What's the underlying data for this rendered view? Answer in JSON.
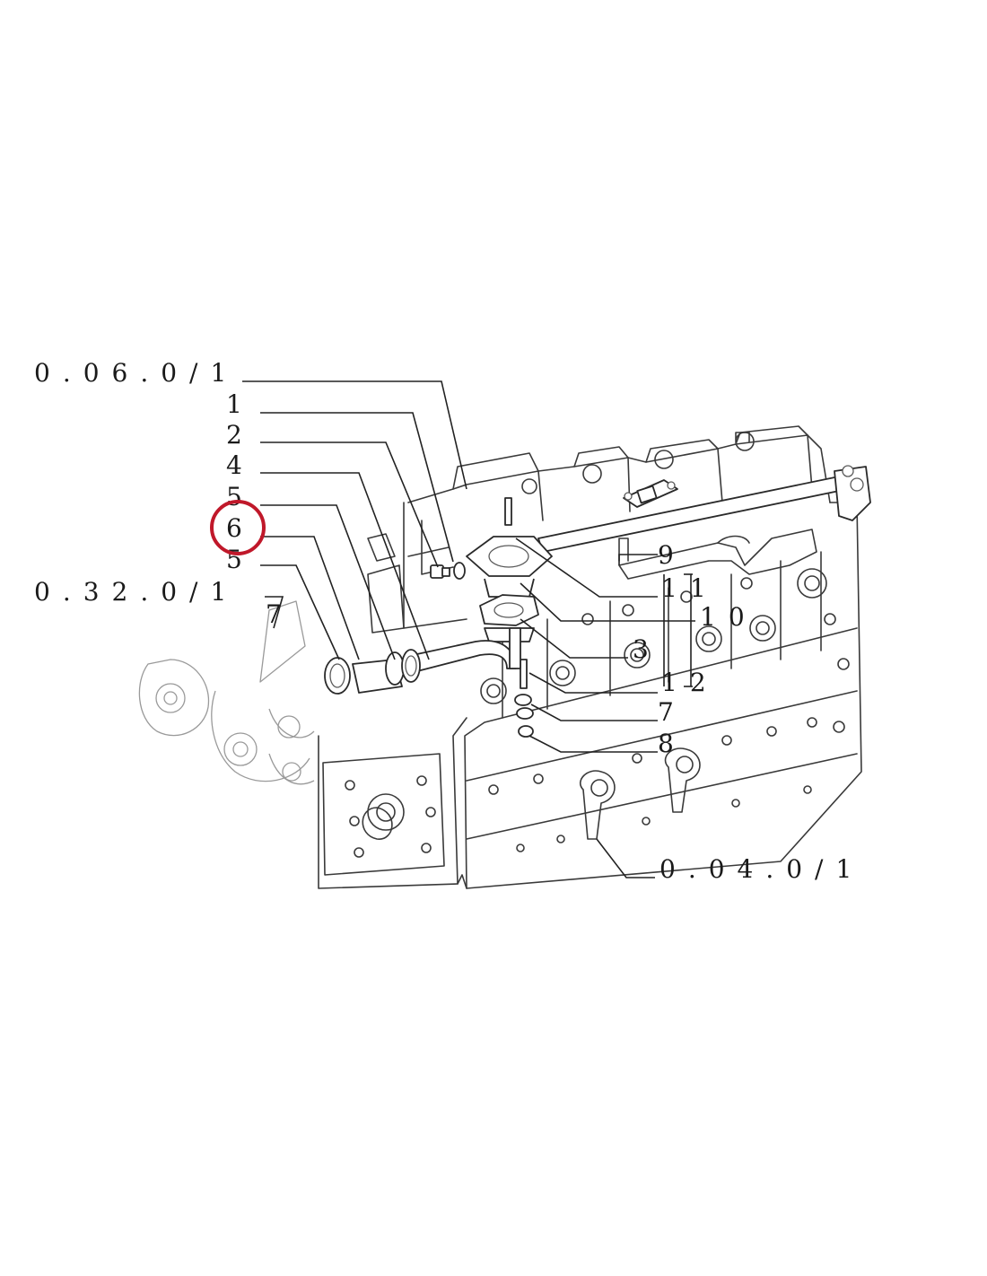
{
  "diagram": {
    "references": {
      "ref_top": "0.06.0/1",
      "ref_left": "0.32.0/1",
      "ref_bottom": "0.04.0/1"
    },
    "callouts": {
      "c1": "1",
      "c2": "2",
      "c4": "4",
      "c5a": "5",
      "c6": "6",
      "c5b": "5",
      "c7_left": "7",
      "c9": "9",
      "c11": "11",
      "c10": "10",
      "c3": "3",
      "c12": "12",
      "c7": "7",
      "c8": "8"
    },
    "highlight": {
      "callout": "6",
      "color": "#c0182a"
    }
  }
}
